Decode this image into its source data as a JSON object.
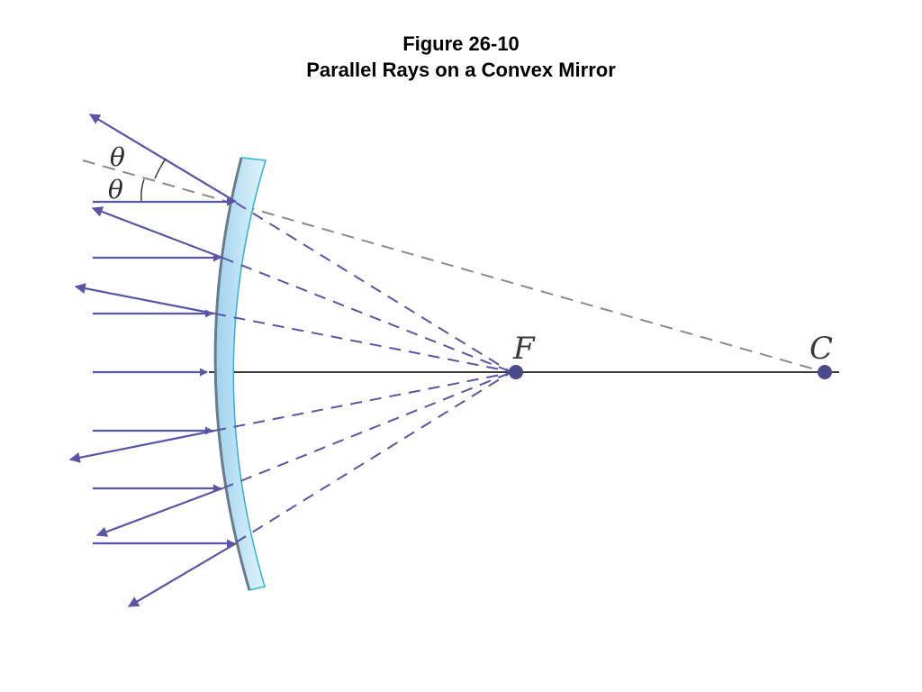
{
  "title": {
    "line1": "Figure 26-10",
    "line2": "Parallel Rays on a Convex Mirror"
  },
  "diagram": {
    "focal_point_label": "F",
    "center_label": "C",
    "angle_label_upper": "θ",
    "angle_label_lower": "θ"
  },
  "colors": {
    "ray": "#5a55a6",
    "normal_dashed": "#8a8a8a",
    "axis": "#3a3a3a",
    "mirror_fill": "#bfe3f5",
    "mirror_edge": "#29b3e3",
    "point": "#4a4a8a"
  }
}
